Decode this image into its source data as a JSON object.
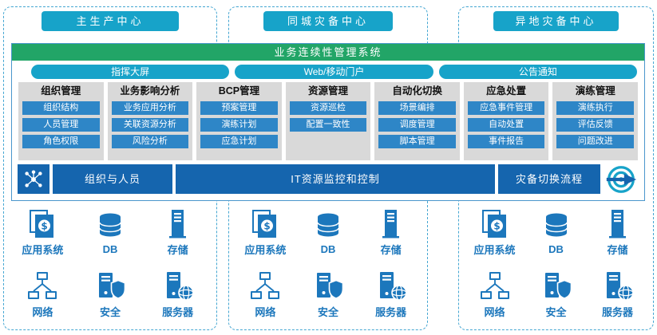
{
  "colors": {
    "teal": "#17A3C9",
    "green": "#22A567",
    "button_blue": "#2E86C7",
    "dark_blue": "#1565AE",
    "panel_gray": "#D9D9D9",
    "icon_blue": "#1C77BC",
    "dashed_border": "#44A6D2"
  },
  "centers": [
    {
      "title": "主生产中心"
    },
    {
      "title": "同城灾备中心"
    },
    {
      "title": "异地灾备中心"
    }
  ],
  "system": {
    "title": "业务连续性管理系统",
    "portals": [
      "指挥大屏",
      "Web/移动门户",
      "公告通知"
    ],
    "modules": [
      {
        "title": "组织管理",
        "items": [
          "组织结构",
          "人员管理",
          "角色权限"
        ]
      },
      {
        "title": "业务影响分析",
        "items": [
          "业务应用分析",
          "关联资源分析",
          "风险分析"
        ]
      },
      {
        "title": "BCP管理",
        "items": [
          "预案管理",
          "演练计划",
          "应急计划"
        ]
      },
      {
        "title": "资源管理",
        "items": [
          "资源巡检",
          "配置一致性"
        ]
      },
      {
        "title": "自动化切换",
        "items": [
          "场景编排",
          "调度管理",
          "脚本管理"
        ]
      },
      {
        "title": "应急处置",
        "items": [
          "应急事件管理",
          "自动处置",
          "事件报告"
        ]
      },
      {
        "title": "演练管理",
        "items": [
          "演练执行",
          "评估反馈",
          "问题改进"
        ]
      }
    ],
    "bars": {
      "left": "组织与人员",
      "middle": "IT资源监控和控制",
      "right": "灾备切换流程"
    }
  },
  "infrastructure": [
    {
      "label": "应用系统",
      "icon": "app-system-icon"
    },
    {
      "label": "DB",
      "icon": "database-icon"
    },
    {
      "label": "存储",
      "icon": "storage-icon"
    },
    {
      "label": "网络",
      "icon": "network-icon"
    },
    {
      "label": "安全",
      "icon": "security-icon"
    },
    {
      "label": "服务器",
      "icon": "server-icon"
    }
  ]
}
